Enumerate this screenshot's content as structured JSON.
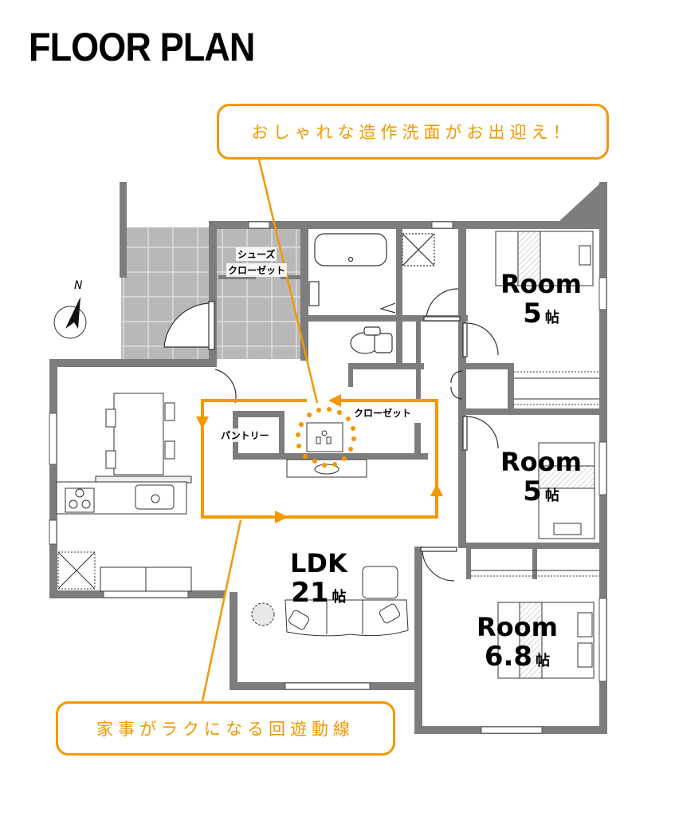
{
  "header": {
    "title": "FLOOR PLAN"
  },
  "callouts": {
    "top": "おしゃれな造作洗面がお出迎え！",
    "bottom": "家事がラクになる回遊動線"
  },
  "compass": {
    "label": "N"
  },
  "rooms": {
    "ldk": {
      "name": "LDK",
      "size": "21",
      "unit": "帖"
    },
    "room1": {
      "name": "Room",
      "size": "5",
      "unit": "帖"
    },
    "room2": {
      "name": "Room",
      "size": "5",
      "unit": "帖"
    },
    "room3": {
      "name": "Room",
      "size": "6.8",
      "unit": "帖"
    }
  },
  "storage": {
    "shoes_closet_line1": "シューズ",
    "shoes_closet_line2": "クローゼット",
    "pantry": "パントリー",
    "closet": "クローゼット"
  },
  "colors": {
    "accent": "#f39800",
    "wall": "#7d7d7d",
    "tile": "#b5b5b5",
    "text": "#000000"
  }
}
